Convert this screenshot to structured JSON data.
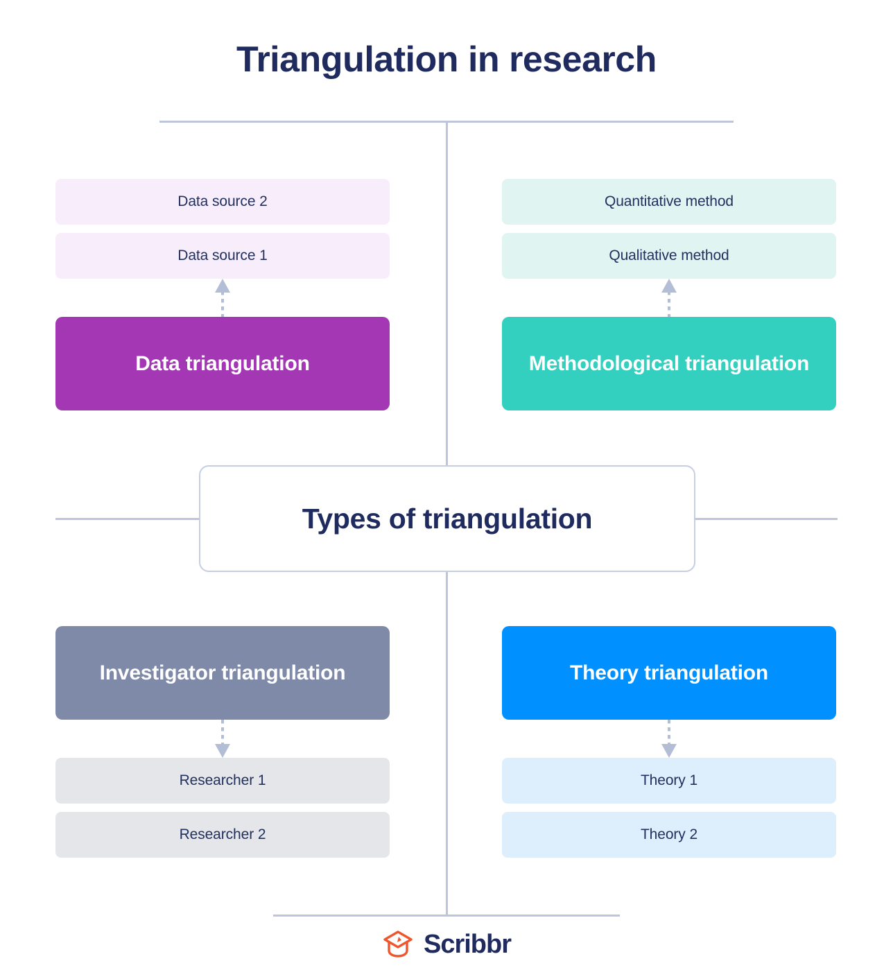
{
  "title": "Triangulation in research",
  "center": {
    "label": "Types of triangulation"
  },
  "colors": {
    "title_navy": "#1f2a5e",
    "data_purple": "#a337b4",
    "data_pale": "#f8eefb",
    "method_teal": "#33cfbf",
    "method_pale": "#e0f5f2",
    "investigator_slate": "#7f89a8",
    "investigator_pale": "#e4e6ea",
    "theory_blue": "#0090ff",
    "theory_pale": "#ddeefc",
    "rule_grey": "#bcc5dd",
    "arrow_grey": "#b4bdd6",
    "logo_orange": "#f0562d"
  },
  "quadrants": {
    "top_left": {
      "name": "data-triangulation",
      "main_label": "Data triangulation",
      "arrow_direction": "up",
      "leaves": [
        "Data source 2",
        "Data source 1"
      ]
    },
    "top_right": {
      "name": "methodological-triangulation",
      "main_label": "Methodological triangulation",
      "arrow_direction": "up",
      "leaves": [
        "Quantitative method",
        "Qualitative method"
      ]
    },
    "bottom_left": {
      "name": "investigator-triangulation",
      "main_label": "Investigator triangulation",
      "arrow_direction": "down",
      "leaves": [
        "Researcher 1",
        "Researcher 2"
      ]
    },
    "bottom_right": {
      "name": "theory-triangulation",
      "main_label": "Theory triangulation",
      "arrow_direction": "down",
      "leaves": [
        "Theory 1",
        "Theory 2"
      ]
    }
  },
  "footer": {
    "brand": "Scribbr",
    "logo_icon": "graduation-cap-icon"
  }
}
